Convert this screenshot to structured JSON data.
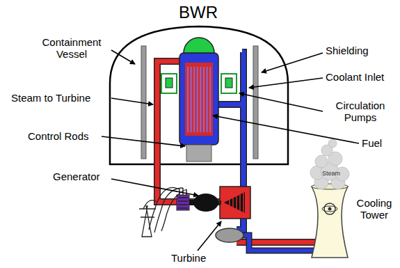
{
  "diagram": {
    "title": "BWR",
    "labels": [
      "Containment Vessel",
      "Shielding",
      "Steam to Turbine",
      "Coolant Inlet",
      "Circulation Pumps",
      "Control Rods",
      "Fuel",
      "Generator",
      "Steam",
      "Cooling Tower",
      "Turbine"
    ]
  }
}
